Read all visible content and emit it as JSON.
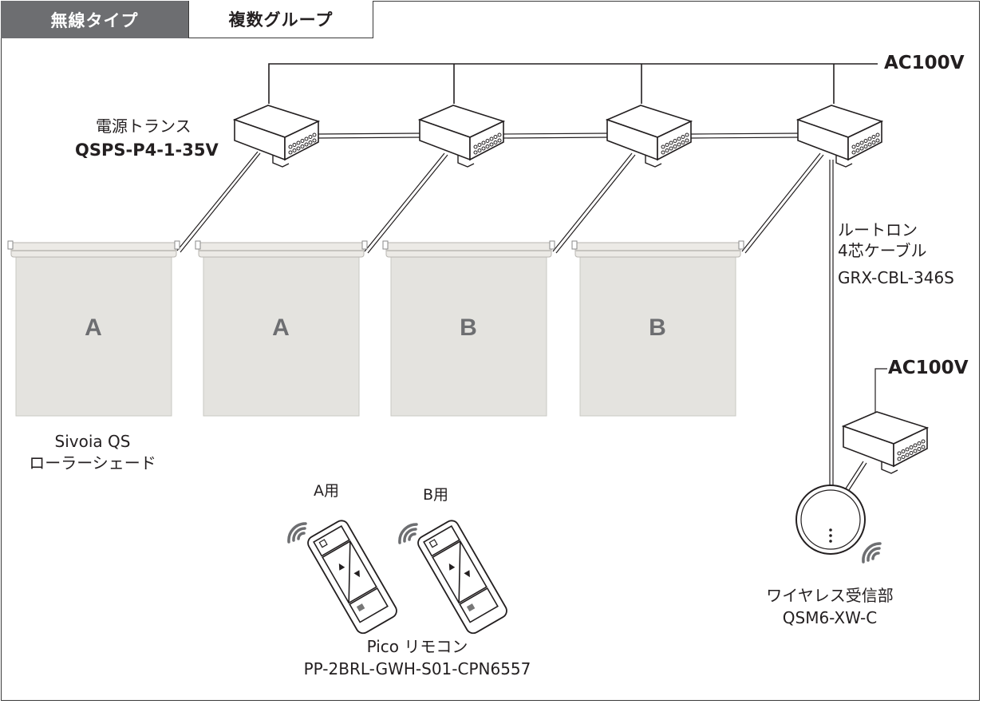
{
  "tabs": [
    {
      "label": "無線タイプ",
      "active": true
    },
    {
      "label": "複数グループ",
      "active": false
    }
  ],
  "power": {
    "main_label": "AC100V",
    "receiver_label": "AC100V"
  },
  "transformer": {
    "name": "電源トランス",
    "model": "QSPS-P4-1-35V"
  },
  "cable": {
    "line1": "ルートロン",
    "line2": "4芯ケーブル",
    "model": "GRX-CBL-346S"
  },
  "shades": {
    "name_line1": "Sivoia QS",
    "name_line2": "ローラーシェード",
    "items": [
      {
        "group": "A"
      },
      {
        "group": "A"
      },
      {
        "group": "B"
      },
      {
        "group": "B"
      }
    ]
  },
  "remotes": {
    "labels": [
      "A用",
      "B用"
    ],
    "name": "Pico リモコン",
    "model": "PP-2BRL-GWH-S01-CPN6557"
  },
  "receiver": {
    "name": "ワイヤレス受信部",
    "model": "QSM6-XW-C"
  },
  "colors": {
    "tab_active_bg": "#6d6e71",
    "shade_fill": "#e4e3df",
    "line": "#3a3a3a",
    "letter": "#6d6e71"
  }
}
